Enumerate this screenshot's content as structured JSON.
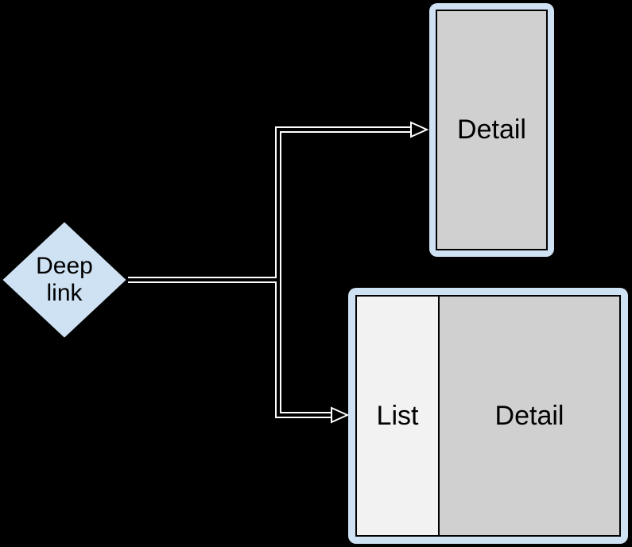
{
  "canvas": {
    "background": "#000000"
  },
  "nodes": {
    "deep_link": {
      "label": "Deep link",
      "shape": "diamond",
      "fill": "#cfe2f3",
      "border": "#000000"
    },
    "detail_screen": {
      "label": "Detail",
      "frame_fill": "#cfe2f3",
      "screen_fill": "#d0d0d0",
      "screen_border": "#000000"
    },
    "list_detail_screen": {
      "list_label": "List",
      "detail_label": "Detail",
      "frame_fill": "#cfe2f3",
      "list_fill": "#f2f2f2",
      "detail_fill": "#d0d0d0",
      "screen_border": "#000000"
    }
  },
  "connectors": {
    "style": "double-line-open-arrow",
    "color": "#ffffff",
    "from": "deep_link",
    "targets": [
      "detail_screen",
      "list_detail_screen"
    ]
  }
}
